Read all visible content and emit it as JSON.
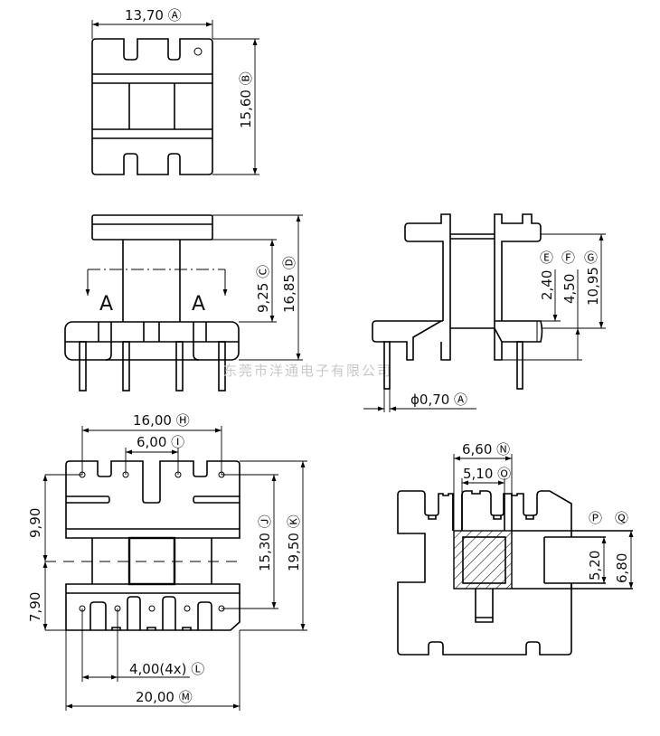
{
  "watermark": "东莞市洋通电子有限公司",
  "section_letter": "A",
  "dimensions": {
    "A": "13,70 Ⓐ",
    "B": "15,60 Ⓑ",
    "C": "9,25 Ⓒ",
    "D": "16,85 Ⓓ",
    "E_label": "Ⓔ",
    "F_label": "Ⓕ",
    "G_label": "Ⓖ",
    "E": "2,40",
    "F": "4,50",
    "G": "10,95",
    "pin": "ϕ0,70 Ⓐ",
    "H": "16,00 Ⓗ",
    "I": "6,00 Ⓘ",
    "J": "15,30 Ⓙ",
    "K": "19,50 Ⓚ",
    "left_top": "9,90",
    "left_bottom": "7,90",
    "L": "4,00(4x) Ⓛ",
    "M": "20,00 Ⓜ",
    "N": "6,60 Ⓝ",
    "O": "5,10 Ⓞ",
    "P_label": "Ⓟ",
    "Q_label": "Ⓠ",
    "P": "5,20",
    "Q": "6,80"
  }
}
